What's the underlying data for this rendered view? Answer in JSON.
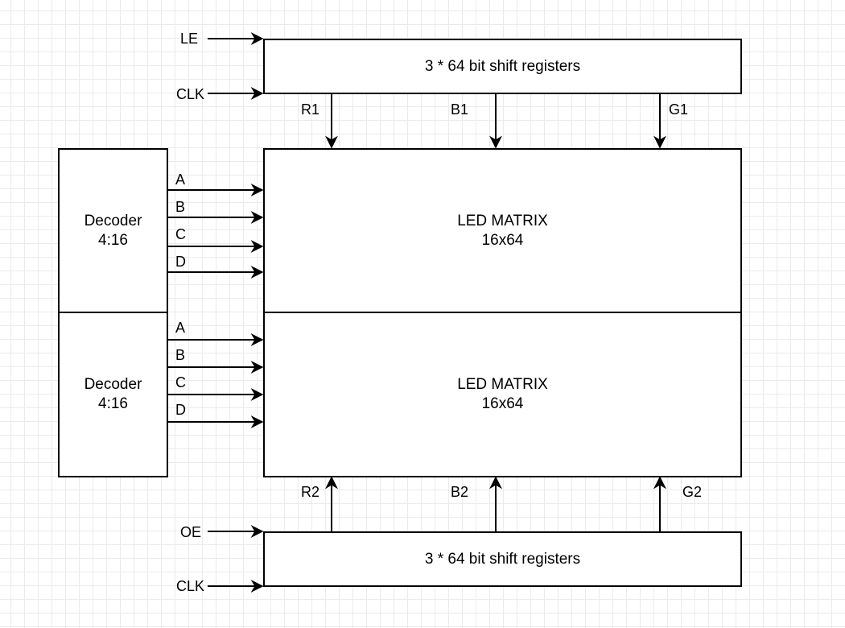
{
  "shift_register_top": {
    "label": "3 * 64 bit shift registers"
  },
  "shift_register_bottom": {
    "label": "3 * 64 bit shift registers"
  },
  "led_matrix_top": {
    "title": "LED MATRIX",
    "size": "16x64"
  },
  "led_matrix_bottom": {
    "title": "LED MATRIX",
    "size": "16x64"
  },
  "decoder_top": {
    "title": "Decoder",
    "ratio": "4:16"
  },
  "decoder_bottom": {
    "title": "Decoder",
    "ratio": "4:16"
  },
  "signals_top_inputs": {
    "le": "LE",
    "clk": "CLK"
  },
  "signals_bottom_inputs": {
    "oe": "OE",
    "clk": "CLK"
  },
  "data_lines_top": {
    "r": "R1",
    "b": "B1",
    "g": "G1"
  },
  "data_lines_bottom": {
    "r": "R2",
    "b": "B2",
    "g": "G2"
  },
  "address_lines_top": [
    "A",
    "B",
    "C",
    "D"
  ],
  "address_lines_bottom": [
    "A",
    "B",
    "C",
    "D"
  ]
}
